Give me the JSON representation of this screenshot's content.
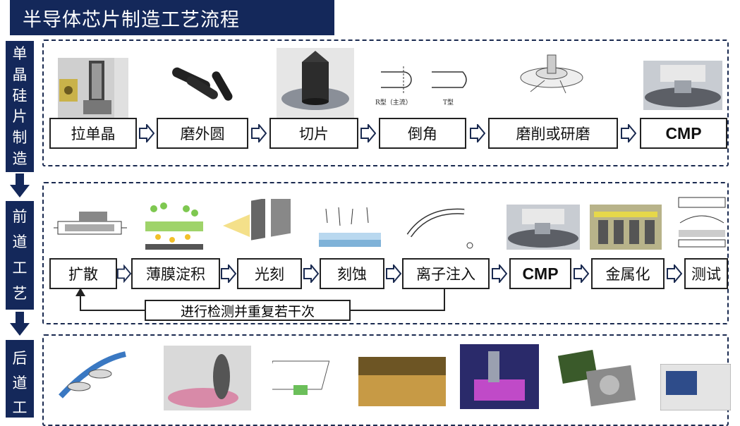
{
  "title": "半导体芯片制造工艺流程",
  "sections": [
    {
      "label": [
        "单",
        "晶",
        "硅",
        "片",
        "制",
        "造"
      ],
      "steps": [
        "拉单晶",
        "磨外圆",
        "切片",
        "倒角",
        "磨削或研磨",
        "CMP"
      ]
    },
    {
      "label": [
        "前",
        "道",
        "工",
        "艺"
      ],
      "steps": [
        "扩散",
        "薄膜淀积",
        "光刻",
        "刻蚀",
        "离子注入",
        "CMP",
        "金属化",
        "测试"
      ],
      "loop_label": "进行检测并重复若干次"
    },
    {
      "label": [
        "后",
        "道",
        "工"
      ]
    }
  ],
  "image_text": {
    "r_type": "R型（主流）",
    "t_type": "T型"
  },
  "colors": {
    "navy": "#14285a"
  }
}
